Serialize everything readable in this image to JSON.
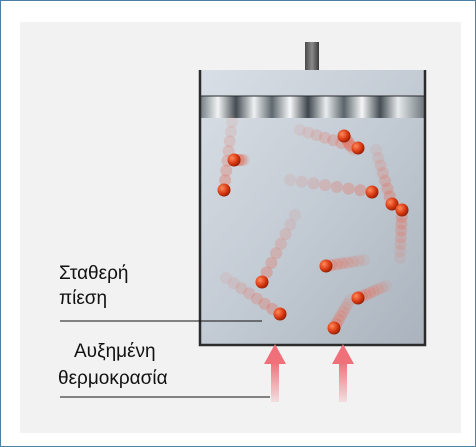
{
  "labels": {
    "constant_pressure": [
      "Σταθερή",
      "πίεση"
    ],
    "increased_temperature": [
      "Αυξημένη",
      "θερμοκρασία"
    ]
  },
  "colors": {
    "frame_border": "#4a7fa6",
    "panel_bg": "#f2f2f2",
    "particle": "#d93a12",
    "arrow": "#f0707a",
    "cylinder_outline": "#2b2b2b"
  },
  "diagram": {
    "particles": 12,
    "heat_arrows": 2
  }
}
